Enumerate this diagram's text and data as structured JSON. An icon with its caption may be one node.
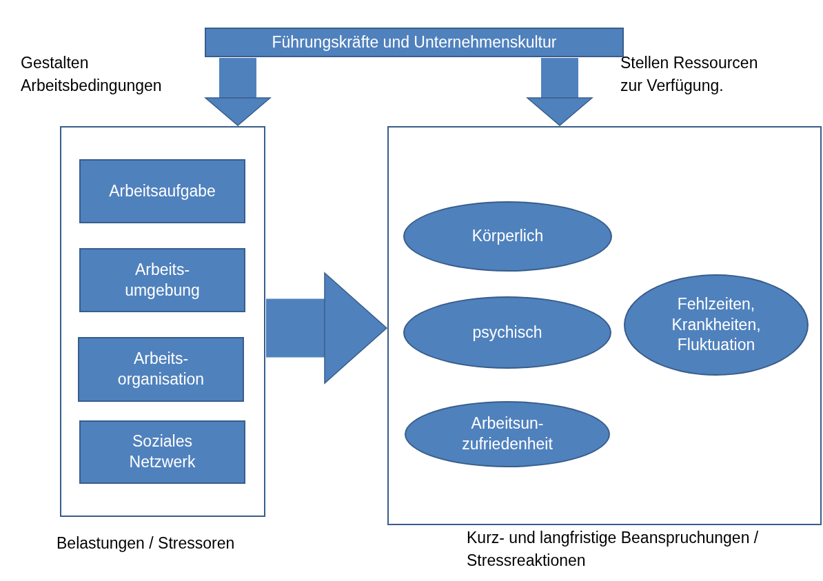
{
  "diagram": {
    "nodes": [
      {
        "text": [
          "Führungskräfte und Unternehmenskultur"
        ]
      },
      {
        "text": [
          "Belastungen / Stressoren"
        ]
      },
      {
        "text": [
          "Arbeitsaufgabe"
        ],
        "in": 1
      },
      {
        "text": [
          "Arbeits- umgebung"
        ],
        "in": 1
      },
      {
        "text": [
          "Arbeits- organisation"
        ],
        "in": 1
      },
      {
        "text": [
          "Soziales Netzwerk"
        ],
        "in": 1
      },
      {
        "text": [
          "Kurz- und langfristige Beanspruchungen / Stressreaktionen"
        ]
      },
      {
        "text": [
          "Körperlich"
        ],
        "in": 6
      },
      {
        "text": [
          "psychisch"
        ],
        "in": 6
      },
      {
        "text": [
          "Arbeitsun- zufriedenheit"
        ],
        "in": 6
      },
      {
        "text": [
          "Fehlzeiten, Krankheiten, Fluktuation"
        ],
        "in": 6
      }
    ],
    "edges": [
      {
        "from": 0,
        "to": 1,
        "arrow": "to",
        "label": "Gestalten Arbeitsbedingungen"
      },
      {
        "from": 0,
        "to": 6,
        "arrow": "to",
        "label": "Stellen Ressourcen zur Verfügung."
      },
      {
        "from": 1,
        "to": 6,
        "arrow": "to"
      }
    ]
  }
}
